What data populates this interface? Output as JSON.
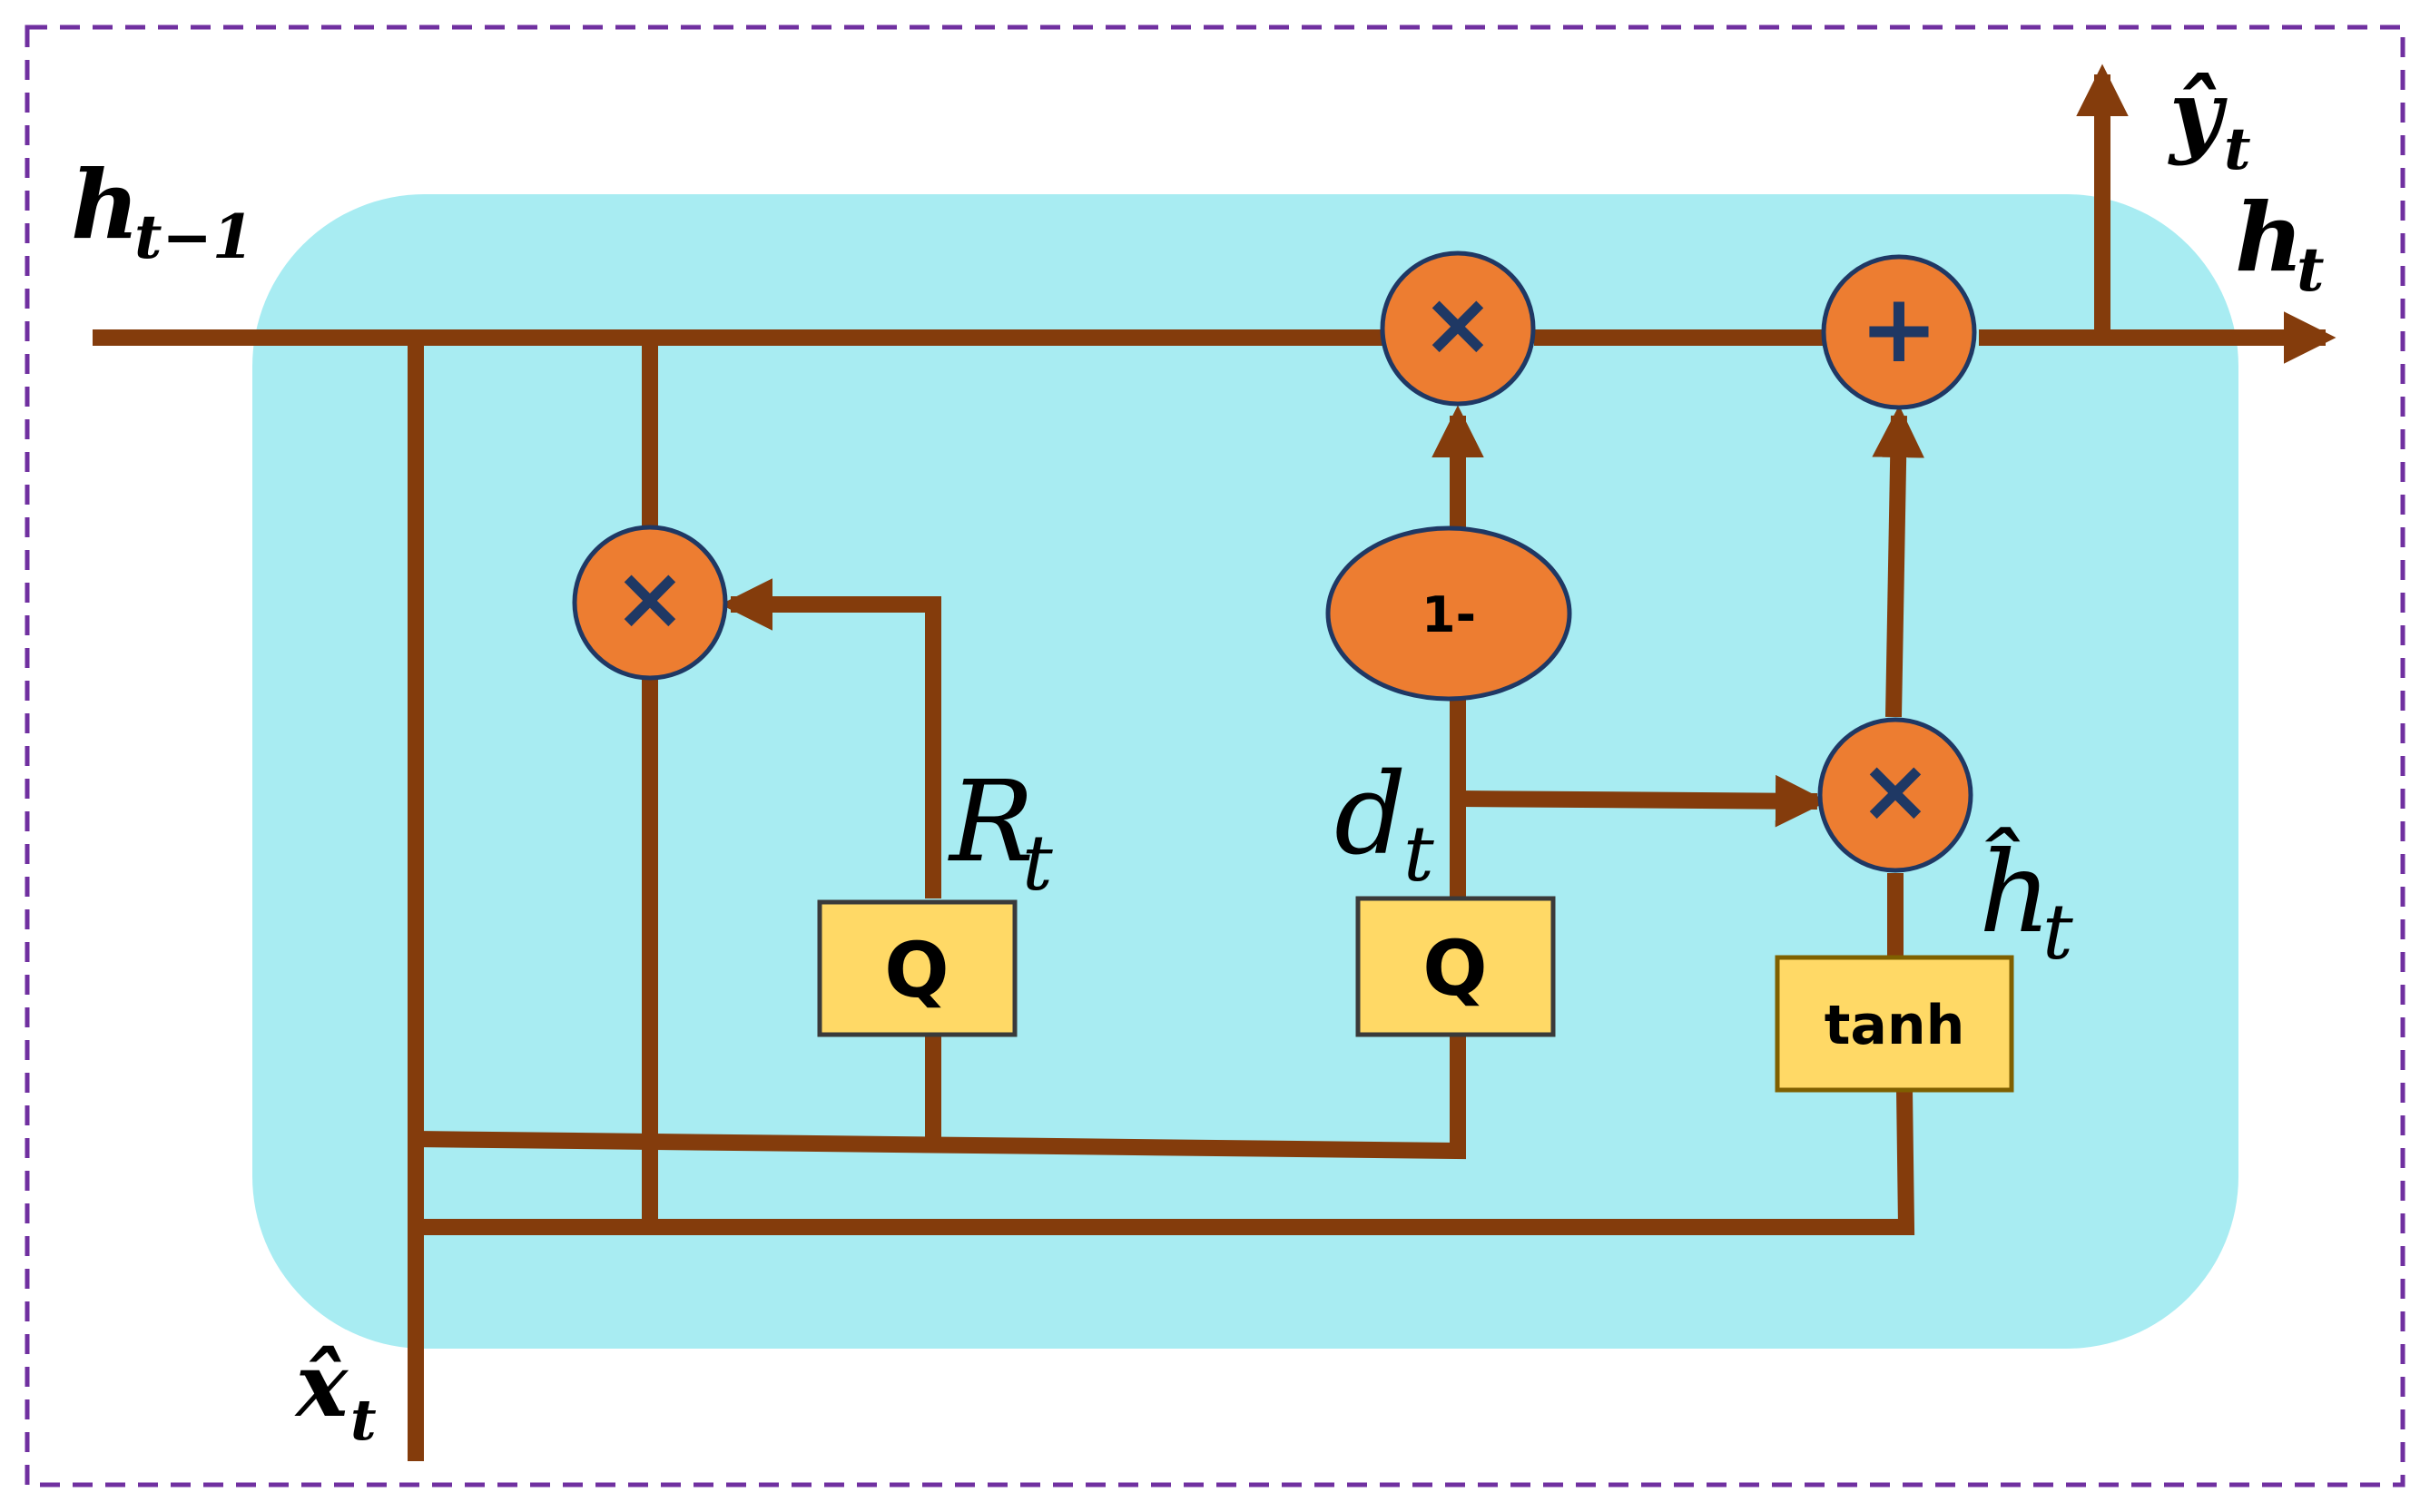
{
  "colors": {
    "frame": "#7030A0",
    "cell_background": "#A8ECF2",
    "wire": "#843C0C",
    "operator_fill": "#ED7D31",
    "operator_stroke": "#1F3864",
    "gate_fill": "#FFD966",
    "gate_stroke": "#3A3A3A",
    "tanh_stroke": "#7F6000",
    "text": "#000000"
  },
  "labels": {
    "h_prev": "h",
    "h_prev_sub": "t−1",
    "h_out": "h",
    "h_out_sub": "t",
    "y_out": "ŷ",
    "y_out_sub": "t",
    "x_in": "x̂",
    "x_in_sub": "t",
    "reset": "R",
    "reset_sub": "t",
    "update": "d",
    "update_sub": "t",
    "candidate": "ĥ",
    "candidate_sub": "t"
  },
  "operators": {
    "multiply": "×",
    "add": "+",
    "one_minus": "1-"
  },
  "gates": {
    "reset_gate": "Q",
    "update_gate": "Q",
    "candidate": "tanh"
  },
  "icons": {
    "multiply": "multiply-icon",
    "add": "plus-icon"
  }
}
